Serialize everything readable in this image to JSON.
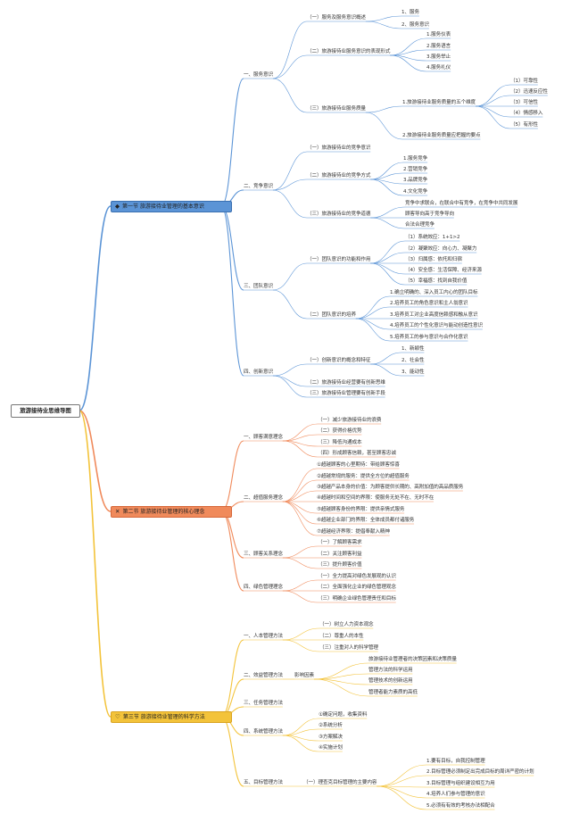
{
  "root": "旅游接待业思维导图",
  "sections": [
    {
      "icon": "square-icon",
      "title": "第一节 旅游接待业管理的基本意识",
      "color": "#5b94d6"
    },
    {
      "icon": "flower-icon",
      "title": "第二节 旅游接待业管理的核心理念",
      "color": "#f08a5b"
    },
    {
      "icon": "heart-icon",
      "title": "第三节 旅游接待业管理的科学方法",
      "color": "#f3c33a"
    }
  ],
  "nodes": {
    "a1": "一、服务意识",
    "a1_1": "（一）服务及服务意识概述",
    "a1_1_1": "1、服务",
    "a1_1_2": "2、服务意识",
    "a1_2": "（二）旅游接待业服务意识的表现形式",
    "a1_2_1": "1.服务仪表",
    "a1_2_2": "2.服务语言",
    "a1_2_3": "3.服务举止",
    "a1_2_4": "4.服务礼仪",
    "a1_3": "（三）旅游接待业服务质量",
    "a1_3_1": "1.旅游接待业服务质量的五个维度",
    "a1_3_1_1": "（1）可靠性",
    "a1_3_1_2": "（2）迅速反应性",
    "a1_3_1_3": "（3）可信性",
    "a1_3_1_4": "（4）情感移入",
    "a1_3_1_5": "（5）有形性",
    "a1_3_2": "2.旅游接待业服务质量应把握的要点",
    "a2": "二、竞争意识",
    "a2_1": "（一）旅游接待业的竞争意识",
    "a2_2": "（二）旅游接待业的竞争方式",
    "a2_2_1": "1.服务竞争",
    "a2_2_2": "2.营销竞争",
    "a2_2_3": "3.品牌竞争",
    "a2_2_4": "4.文化竞争",
    "a2_3": "（三）旅游接待业的竞争道德",
    "a2_3_1": "竞争中求联合，在联合中有竞争，在竞争中共同发展",
    "a2_3_2": "顾客导向高于竞争导向",
    "a2_3_3": "合法合理竞争",
    "a3": "三、团队意识",
    "a3_1": "（一）团队意识的功能和作用",
    "a3_1_1": "（1）系统效应：1+1>2",
    "a3_1_2": "（2）凝聚效应：向心力、凝聚力",
    "a3_1_3": "（3）归属感：依托和归宿",
    "a3_1_4": "（4）安全感：生活保障、经济来源",
    "a3_1_5": "（5）幸福感：找到自我价值",
    "a3_2": "（二）团队意识的培养",
    "a3_2_1": "1.确立明确的、深入员工内心的团队目标",
    "a3_2_2": "2.培养员工的角色意识和主人翁意识",
    "a3_2_3": "3.培养员工对企业高度信赖感和融从意识",
    "a3_2_4": "4.培养员工的个性化意识与能动创造性意识",
    "a3_2_5": "5.培养员工的参与意识与合作化意识",
    "a4": "四、创新意识",
    "a4_1": "（一）创新意识的概念和特征",
    "a4_1_1": "1、新颖性",
    "a4_1_2": "2、社会性",
    "a4_1_3": "3、能动性",
    "a4_2": "（二）旅游接待业经营要有创新思维",
    "a4_3": "（三）旅游接待业管理要有创新手段",
    "b1": "一、顾客满意理念",
    "b1_1": "（一）减少旅游接待业的浪费",
    "b1_2": "（二）获得价格优势",
    "b1_3": "（三）降低沟通成本",
    "b1_4": "（四）形成顾客信赖，甚至顾客忠诚",
    "b2": "二、超值服务理念",
    "b2_1": "①超越顾客的心里期待：带给顾客惊喜",
    "b2_2": "②超越常规的服务：提供全方位的超值服务",
    "b2_3": "③超越产品本身的价值：为顾客提供长期的、高附加值的高品质服务",
    "b2_4": "④超越时间和空间的界限：使服务无处不在、无时不在",
    "b2_5": "⑤超越顾客身份的界限：提供亲情式服务",
    "b2_6": "⑥超越企业部门的界限：全体成员都付诸服务",
    "b2_7": "⑦超越经济界限：提倡奉献入精神",
    "b3": "三、顾客关系理念",
    "b3_1": "（一）了解顾客需求",
    "b3_2": "（二）关注顾客利益",
    "b3_3": "（三）提升顾客价值",
    "b4": "四、绿色管理理念",
    "b4_1": "（一）全力提高对绿色发展观的认识",
    "b4_2": "（二）全面强化企业的绿色管理观念",
    "b4_3": "（三）明确企业绿色管理责任和目标",
    "c1": "一、人本管理方法",
    "c1_1": "（一）树立人力资本观念",
    "c1_2": "（二）尊重人的本性",
    "c1_3": "（三）注重对人的科学管理",
    "c2": "二、效益管理方法",
    "c2_1": "影响因素",
    "c2_1_1": "旅游接待业管理者的决策因素和决策质量",
    "c2_1_2": "管理方法的科学运用",
    "c2_1_3": "管理技术的创新运用",
    "c2_1_4": "管理者能力素质的高低",
    "c3": "三、任务管理方法",
    "c4": "四、系统管理方法",
    "c4_1": "①确定问题，收集资料",
    "c4_2": "②系统分析",
    "c4_3": "③方案解决",
    "c4_4": "④实施计划",
    "c5": "五、目标管理方法",
    "c5_1": "（一）理查克目标管理的主要内容",
    "c5_1_1": "1.要有目标，自我控制管理",
    "c5_1_2": "2.目标管理必须制定出完成目标的周详严密的计划",
    "c5_1_3": "3.目标管理与组织建设相互为用",
    "c5_1_4": "4.培养人们参与管理的意识",
    "c5_1_5": "5.必须有有效的考核办法相配合"
  }
}
